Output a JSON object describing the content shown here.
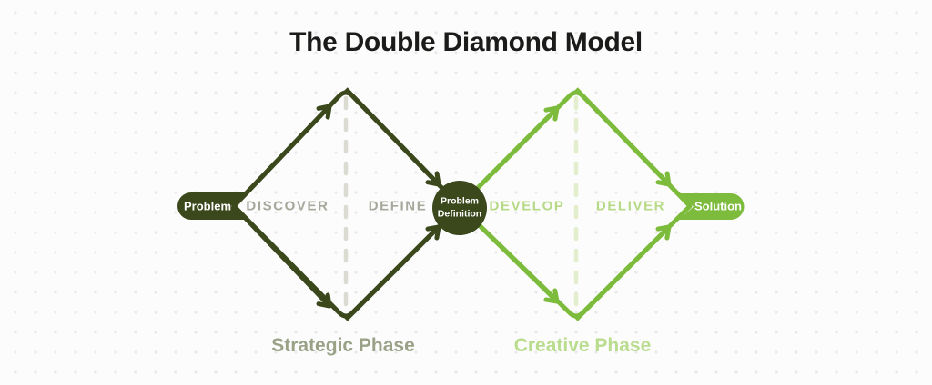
{
  "title": "The Double Diamond Model",
  "nodes": {
    "start": "Problem",
    "center_line1": "Problem",
    "center_line2": "Definition",
    "end": "Solution"
  },
  "stages": [
    {
      "label": "DISCOVER"
    },
    {
      "label": "DEFINE"
    },
    {
      "label": "DEVELOP"
    },
    {
      "label": "DELIVER"
    }
  ],
  "phases": [
    {
      "label": "Strategic Phase"
    },
    {
      "label": "Creative Phase"
    }
  ],
  "colors": {
    "dark_green": "#3A481C",
    "light_green": "#7DBB3C",
    "stage_gray": "#A5A89B",
    "stage_light_green": "#B6D985",
    "strategic_phase": "#99A287",
    "creative_phase": "#B9DC8E",
    "title_text": "#1B1B19",
    "dashed_left": "#DBDBD1",
    "dashed_right": "#E2EECD",
    "dot_grid": "#E9E9E9",
    "background": "#FCFCFC"
  }
}
